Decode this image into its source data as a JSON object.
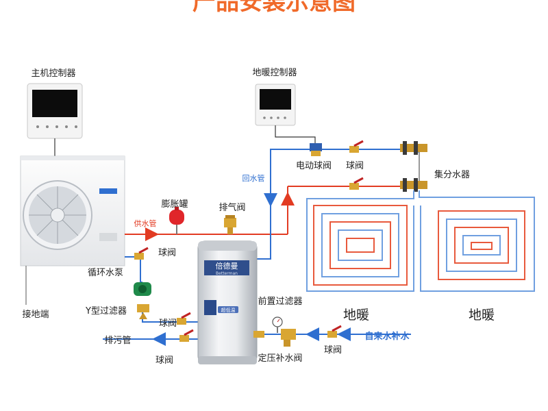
{
  "title": "产品安装示意图",
  "labels": {
    "host_controller": "主机控制器",
    "floor_controller": "地暖控制器",
    "electric_valve": "电动球阀",
    "ball_valve_top": "球阀",
    "manifold": "集分水器",
    "return_pipe": "回水管",
    "expansion_tank": "膨胀罐",
    "exhaust_valve": "排气阀",
    "supply_pipe": "供水管",
    "ball_valve_left": "球阀",
    "circulation_pump": "循环水泵",
    "y_filter": "Y型过滤器",
    "ball_valve_mid": "球阀",
    "ground_terminal": "接地端",
    "drain_pipe": "排污管",
    "ball_valve_bottom": "球阀",
    "pre_filter": "前置过滤器",
    "ball_valve_right": "球阀",
    "tap_water_supply": "自来水补水",
    "pressure_valve": "定压补水阀",
    "floor_heating_1": "地暖",
    "floor_heating_2": "地暖"
  },
  "tank": {
    "brand_cn": "倍德曼",
    "brand_en": "Betterman",
    "badge": "超低温"
  },
  "colors": {
    "title_orange": "#f06a2a",
    "supply_red": "#e23b22",
    "return_blue": "#2f6fd0",
    "coil_red": "#e8593c",
    "coil_blue": "#6f9fe0"
  }
}
